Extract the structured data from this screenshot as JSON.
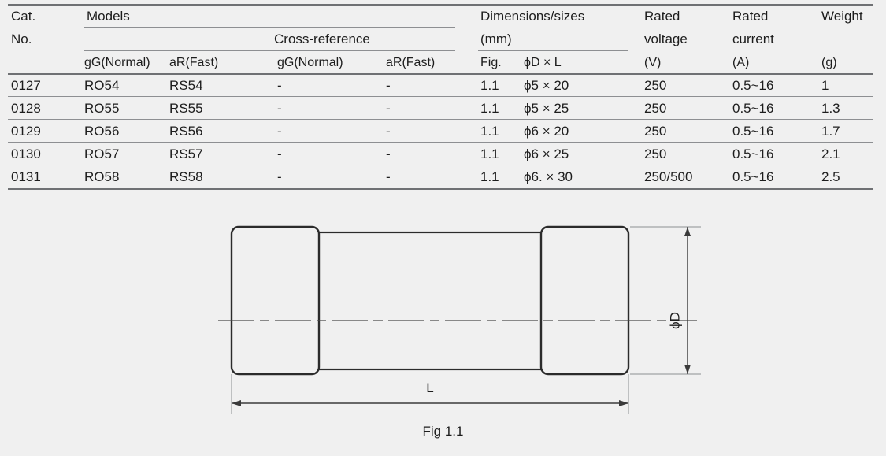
{
  "table": {
    "header": {
      "cat_no_line1": "Cat.",
      "cat_no_line2": "No.",
      "models": "Models",
      "cross_reference": "Cross-reference",
      "dimensions_line1": "Dimensions/sizes",
      "dimensions_line2": "(mm)",
      "rated_voltage_line1": "Rated",
      "rated_voltage_line2": "voltage",
      "rated_current_line1": "Rated",
      "rated_current_line2": "current",
      "weight": "Weight"
    },
    "subheader": {
      "models_gg": "gG(Normal)",
      "models_ar": "aR(Fast)",
      "xref_gg": "gG(Normal)",
      "xref_ar": "aR(Fast)",
      "fig": "Fig.",
      "size": "ϕD × L",
      "voltage_unit": "(V)",
      "current_unit": "(A)",
      "weight_unit": "(g)"
    },
    "rows": [
      {
        "cat_no": "0127",
        "model_gg": "RO54",
        "model_ar": "RS54",
        "xref_gg": "-",
        "xref_ar": "-",
        "fig": "1.1",
        "size": "ϕ5 × 20",
        "voltage": "250",
        "current": "0.5~16",
        "weight": "1"
      },
      {
        "cat_no": "0128",
        "model_gg": "RO55",
        "model_ar": "RS55",
        "xref_gg": "-",
        "xref_ar": "-",
        "fig": "1.1",
        "size": "ϕ5 × 25",
        "voltage": "250",
        "current": "0.5~16",
        "weight": "1.3"
      },
      {
        "cat_no": "0129",
        "model_gg": "RO56",
        "model_ar": "RS56",
        "xref_gg": "-",
        "xref_ar": "-",
        "fig": "1.1",
        "size": "ϕ6 × 20",
        "voltage": "250",
        "current": "0.5~16",
        "weight": "1.7"
      },
      {
        "cat_no": "0130",
        "model_gg": "RO57",
        "model_ar": "RS57",
        "xref_gg": "-",
        "xref_ar": "-",
        "fig": "1.1",
        "size": "ϕ6 × 25",
        "voltage": "250",
        "current": "0.5~16",
        "weight": "2.1"
      },
      {
        "cat_no": "0131",
        "model_gg": "RO58",
        "model_ar": "RS58",
        "xref_gg": "-",
        "xref_ar": "-",
        "fig": "1.1",
        "size": "ϕ6. × 30",
        "voltage": "250/500",
        "current": "0.5~16",
        "weight": "2.5"
      }
    ]
  },
  "figure": {
    "caption": "Fig 1.1",
    "diameter_label": "ϕD",
    "length_label": "L"
  },
  "colors": {
    "background": "#f0f0f0",
    "text": "#1d1d1d",
    "rule": "#8d8f92",
    "drawing_outline": "#2b2b2b",
    "dimension_line": "#3a3a3a"
  }
}
